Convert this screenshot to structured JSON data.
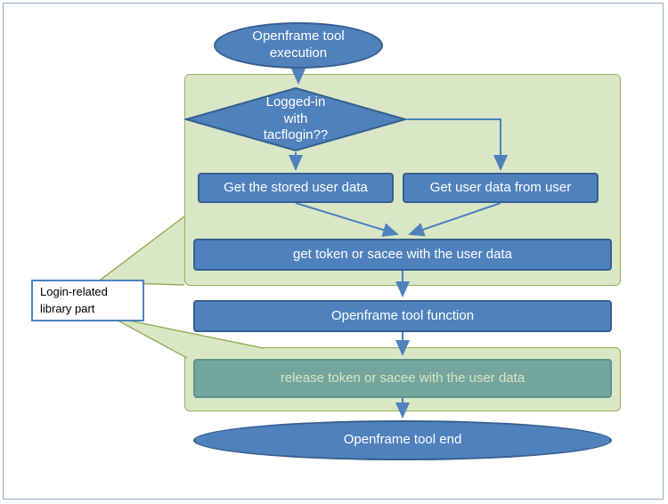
{
  "diagram": {
    "nodes": {
      "start": {
        "label": "Openframe tool execution"
      },
      "decision": {
        "label": "Logged-in with tacflogin??"
      },
      "stored": {
        "label": "Get the stored user data"
      },
      "from_user": {
        "label": "Get user data from user"
      },
      "get_token": {
        "label": "get token or sacee with the user data"
      },
      "function": {
        "label": "Openframe tool function"
      },
      "release": {
        "label": "release token or sacee with the user data"
      },
      "end": {
        "label": "Openframe tool end"
      },
      "callout": {
        "label": "Login-related library part"
      }
    },
    "colors": {
      "node-fill": "#4f81bd",
      "node-stroke": "#36608f",
      "container-fill": "#d9e7c6",
      "container-stroke": "#94b25c",
      "teal-fill": "#74a59e",
      "teal-stroke": "#5f938d",
      "teal-text": "#d5e6c3",
      "arrow": "#4f81bd",
      "page-border": "#95a9c3"
    }
  }
}
